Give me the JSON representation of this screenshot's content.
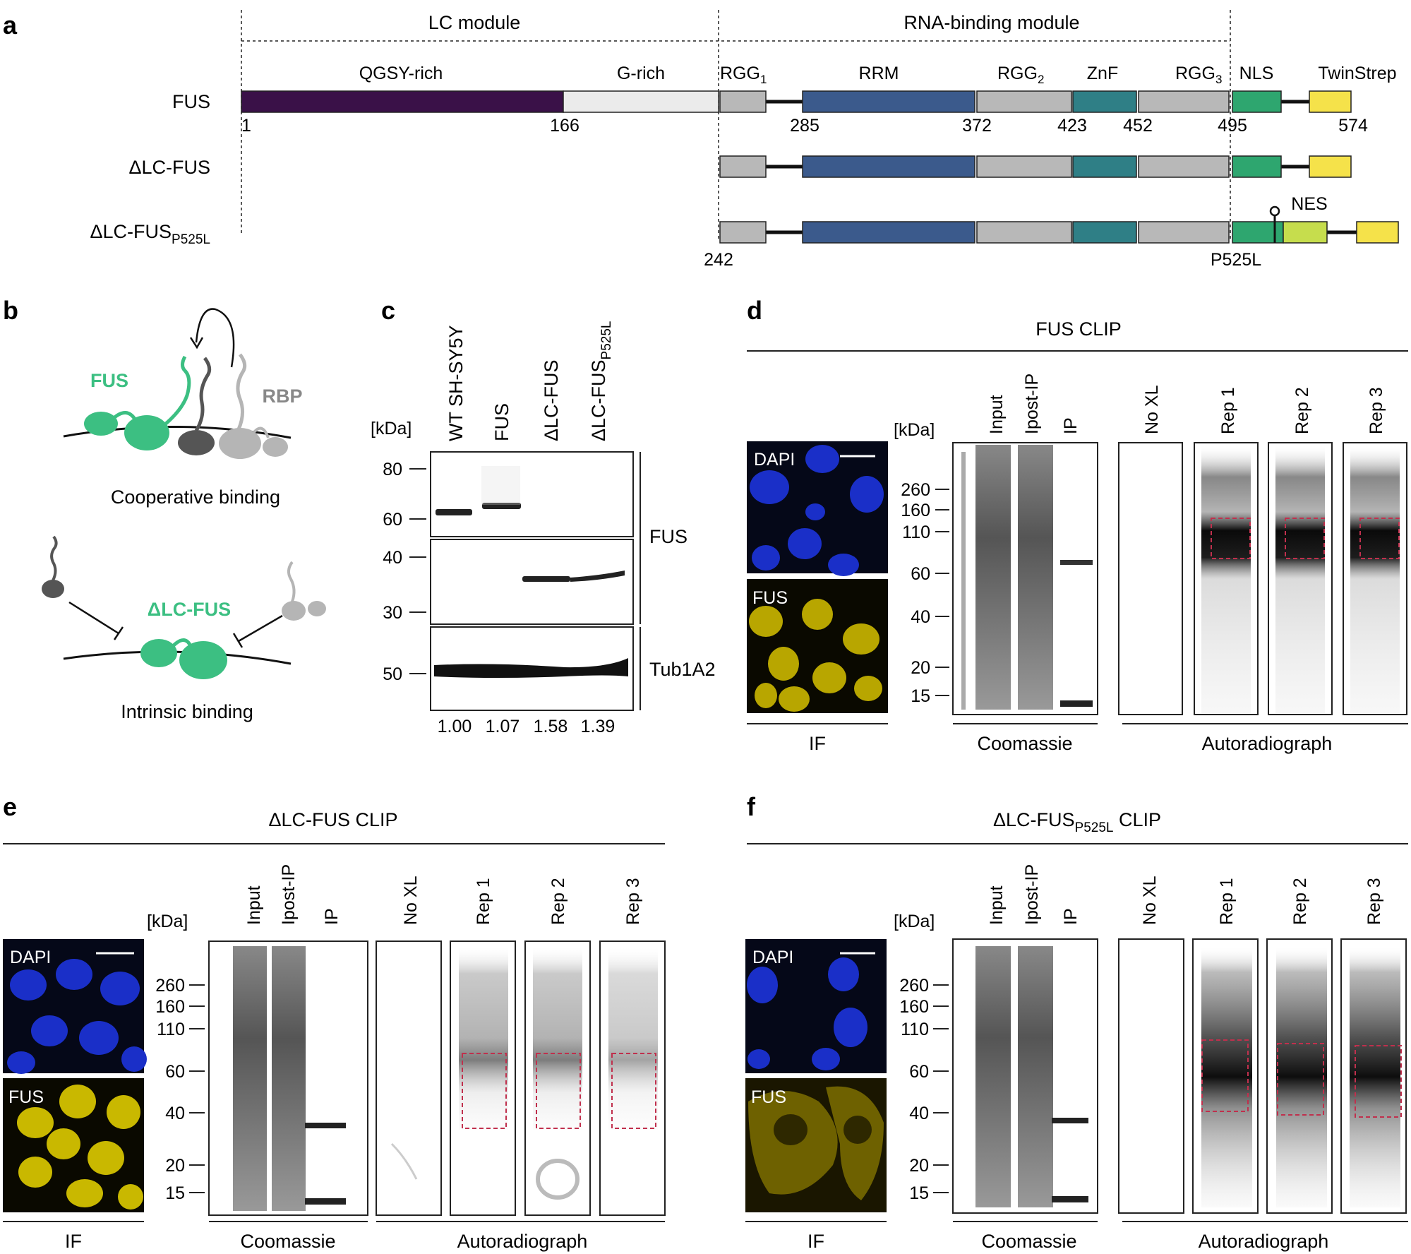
{
  "panel_a": {
    "letter": "a",
    "lc_module": "LC module",
    "rna_module": "RNA-binding module",
    "rows": [
      {
        "name_main": "FUS",
        "name_sub": ""
      },
      {
        "name_main": "ΔLC-FUS",
        "name_sub": ""
      },
      {
        "name_main": "ΔLC-FUS",
        "name_sub": "P525L"
      }
    ],
    "domains": {
      "qgsy": "QGSY-rich",
      "grich": "G-rich",
      "rgg1": "RGG",
      "rgg1_sub": "1",
      "rrm": "RRM",
      "rgg2": "RGG",
      "rgg2_sub": "2",
      "znf": "ZnF",
      "rgg3": "RGG",
      "rgg3_sub": "3",
      "nls": "NLS",
      "twinstrep": "TwinStrep",
      "nes": "NES"
    },
    "positions": [
      "1",
      "166",
      "285",
      "372",
      "423",
      "452",
      "495",
      "574"
    ],
    "start_242": "242",
    "mutation": "P525L",
    "colors": {
      "qgsy": "#3a1148",
      "grich": "#ebebeb",
      "rgg": "#b8b8b8",
      "rrm": "#3b5a8c",
      "znf": "#2f7f86",
      "nls": "#2ea66f",
      "twinstrep": "#f5e24a",
      "nes": "#c6dd4d"
    }
  },
  "panel_b": {
    "letter": "b",
    "fus": "FUS",
    "rbp": "RBP",
    "cooperative": "Cooperative binding",
    "dlcfus": "ΔLC-FUS",
    "intrinsic": "Intrinsic binding",
    "colors": {
      "fus": "#3cbf82",
      "rbp_dark": "#555555",
      "rbp_light": "#b5b5b5"
    }
  },
  "panel_c": {
    "letter": "c",
    "kda": "[kDa]",
    "lanes": [
      {
        "main": "WT SH-SY5Y",
        "sub": ""
      },
      {
        "main": "FUS",
        "sub": ""
      },
      {
        "main": "ΔLC-FUS",
        "sub": ""
      },
      {
        "main": "ΔLC-FUS",
        "sub": "P525L"
      }
    ],
    "markers_top": [
      "80",
      "60"
    ],
    "markers_mid": [
      "40",
      "30"
    ],
    "markers_bot": [
      "50"
    ],
    "label_fus": "FUS",
    "label_tub": "Tub1A2",
    "quant": [
      "1.00",
      "1.07",
      "1.58",
      "1.39"
    ]
  },
  "clip_common": {
    "kda": "[kDa]",
    "coomassie_lanes": [
      "Input",
      "Ipost-IP",
      "IP"
    ],
    "autorad_lanes": [
      "No XL",
      "Rep 1",
      "Rep 2",
      "Rep 3"
    ],
    "markers": [
      "260",
      "160",
      "110",
      "60",
      "40",
      "20",
      "15"
    ],
    "dapi": "DAPI",
    "fus": "FUS",
    "if": "IF",
    "coomassie": "Coomassie",
    "autoradiograph": "Autoradiograph",
    "box_color": "#c0304d",
    "dapi_color": "#1a2fc8",
    "fus_color": "#e3d000"
  },
  "panel_d": {
    "letter": "d",
    "title": "FUS CLIP"
  },
  "panel_e": {
    "letter": "e",
    "title": "ΔLC-FUS CLIP"
  },
  "panel_f": {
    "letter": "f",
    "title_main": "ΔLC-FUS",
    "title_sub": "P525L",
    "title_end": " CLIP"
  }
}
